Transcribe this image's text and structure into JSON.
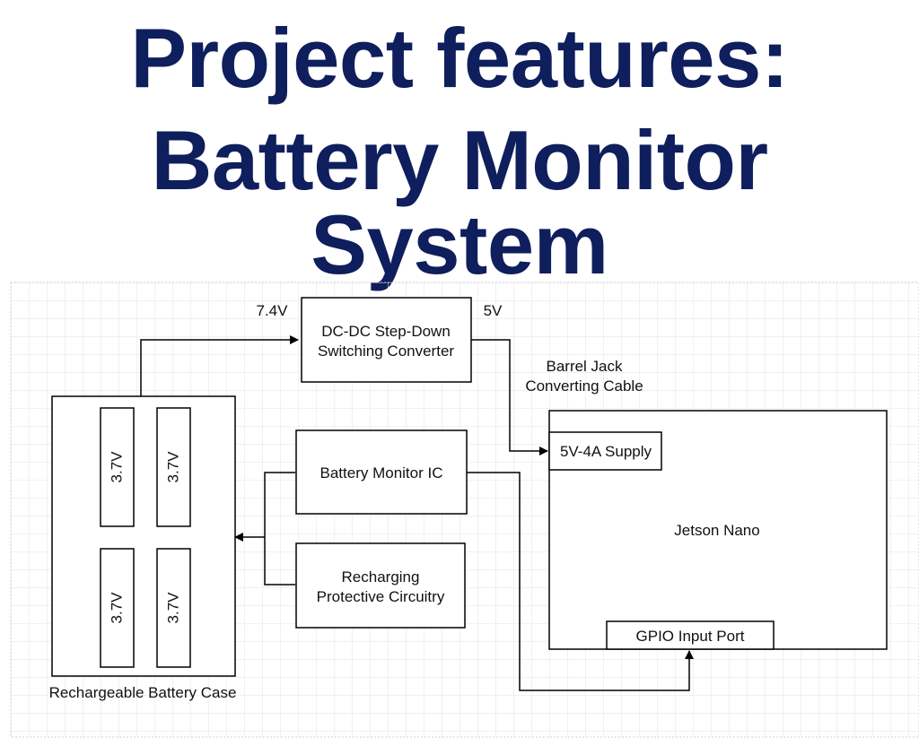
{
  "title": {
    "line1": "Project features:",
    "line2": "Battery Monitor System"
  },
  "diagram": {
    "voltage_in": "7.4V",
    "voltage_out": "5V",
    "converter": {
      "line1": "DC-DC Step-Down",
      "line2": "Switching Converter"
    },
    "cable": {
      "line1": "Barrel Jack",
      "line2": "Converting Cable"
    },
    "supply": "5V-4A Supply",
    "monitor_ic": "Battery Monitor IC",
    "recharging": {
      "line1": "Recharging",
      "line2": "Protective Circuitry"
    },
    "jetson": "Jetson Nano",
    "gpio": "GPIO Input Port",
    "battery_case": "Rechargeable Battery Case",
    "cells": [
      "3.7V",
      "3.7V",
      "3.7V",
      "3.7V"
    ]
  }
}
